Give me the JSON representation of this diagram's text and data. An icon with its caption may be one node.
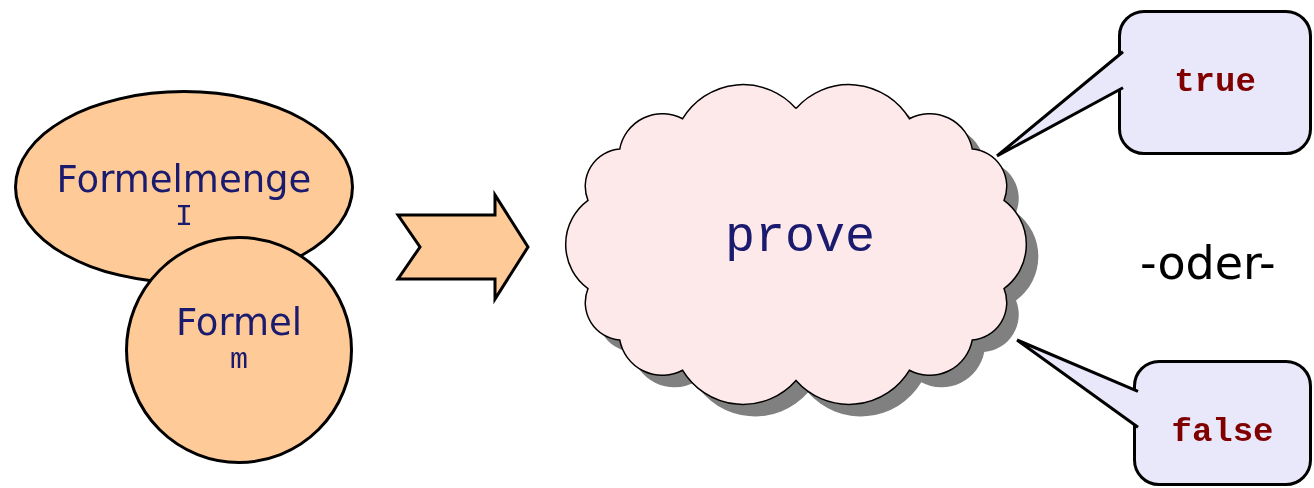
{
  "diagram": {
    "nodes": [
      {
        "text": [
          "Formelmenge",
          "I"
        ]
      },
      {
        "text": [
          "Formel",
          "m"
        ]
      },
      {
        "text": [
          "prove"
        ]
      },
      {
        "text": [
          "true"
        ]
      },
      {
        "text": [
          "false"
        ]
      }
    ],
    "edges": [
      {
        "from": 0,
        "to": 2,
        "arrow": "to"
      },
      {
        "from": 1,
        "to": 2,
        "arrow": "to"
      },
      {
        "from": 3,
        "to": 2,
        "arrow": "none"
      },
      {
        "from": 4,
        "to": 2,
        "arrow": "none"
      }
    ],
    "labels": [
      "-oder-"
    ]
  }
}
